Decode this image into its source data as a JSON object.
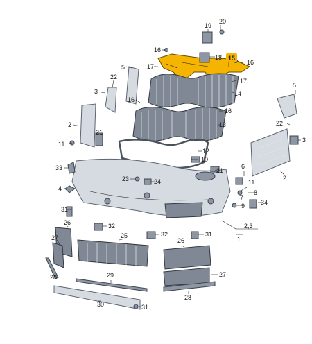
{
  "highlight_color": "#f5b400",
  "callouts": {
    "c1": "1",
    "c2a": "2",
    "c2b": "2",
    "c2c": "2,3",
    "c3a": "3",
    "c3b": "3",
    "c4": "4",
    "c5a": "5",
    "c5b": "5",
    "c6": "6",
    "c7": "7",
    "c8": "8",
    "c9": "9",
    "c10": "10",
    "c11a": "11",
    "c11b": "11",
    "c12": "12",
    "c13": "13",
    "c14": "14",
    "c15": "15",
    "c16a": "16",
    "c16b": "16",
    "c16c": "16",
    "c16d": "16",
    "c17a": "17",
    "c17b": "17",
    "c18": "18",
    "c19": "19",
    "c20": "20",
    "c21a": "21",
    "c21b": "21",
    "c22a": "22",
    "c22b": "22",
    "c23": "23",
    "c24": "24",
    "c25": "25",
    "c26a": "26",
    "c26b": "26",
    "c27a": "27",
    "c27b": "27",
    "c28a": "28",
    "c28b": "28",
    "c29": "29",
    "c30": "30",
    "c31a": "31",
    "c31b": "31",
    "c31c": "31",
    "c32a": "32",
    "c32b": "32",
    "c33": "33",
    "c34": "34"
  }
}
